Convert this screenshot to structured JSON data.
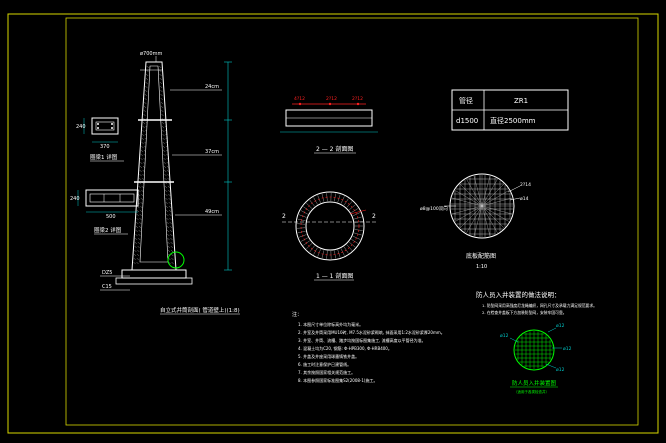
{
  "drawing": {
    "colors": {
      "background": "#000000",
      "frame": "#d8d800",
      "line": "#ffffff",
      "dim": "#00c8c8",
      "red": "#ff2020",
      "green": "#00ff00",
      "yellow": "#ffff00",
      "hatch": "#bbbbbb"
    },
    "elevation": {
      "top_label": "ø700mm",
      "wall_labels": [
        "24cm",
        "37cm",
        "49cm"
      ],
      "bottom_label_1": "DZ5",
      "bottom_label_2": "C15",
      "caption": "自立式井筒剖面( 管道壁上)(1:8)"
    },
    "detail1": {
      "dim_h": "370",
      "dim_v": "240",
      "caption": "圈梁1 详图"
    },
    "detail2": {
      "dim_h": "500",
      "dim_v": "240",
      "caption": "圈梁2 详图"
    },
    "section22": {
      "labels": [
        "4?12",
        "2?12",
        "2?12"
      ],
      "caption": "2 — 2 剖面图"
    },
    "section11": {
      "marker_left": "2",
      "marker_right": "2",
      "caption": "1 — 1 剖面图"
    },
    "table": {
      "header": [
        "管径",
        "ZR1"
      ],
      "row": [
        "d1500",
        "直径2500mm"
      ]
    },
    "bottom_plan": {
      "label_left": "ø8@100双向",
      "labels_right": [
        "2?14",
        "ø14"
      ],
      "caption": "底板配筋图",
      "scale": "1:10"
    },
    "notes": {
      "title": "注：",
      "items": [
        "1. 本图尺寸单位除标高外均为毫米。",
        "2. 井室及井筒采用MU10砖, M7.5水泥砂浆砌筑, 抹面采用1:2水泥砂浆厚20mm。",
        "3. 井室、井筒、流槽、踏步均按国标图集施工, 流槽高度以平管径为准。",
        "4. 混凝土均为C20, 钢筋: Φ-HPB300, Φ-HRB400。",
        "5. 井盖及井座采用球墨铸铁井盖。",
        "6. 施工时注意保护已建管线。",
        "7. 其余按照国家相关规范施工。",
        "8. 本图参照国家标准图集S2(2008-1)施工。"
      ]
    },
    "fall_guard": {
      "title": "防人员入井装置的做法说明：",
      "items": [
        "1. 防坠网采用高强度尼龙绳编织，网孔尺寸及承载力满足规范要求。",
        "2. 在检查井盖板下方加装防坠网，安装牢固可靠。"
      ],
      "callouts": [
        "ø12",
        "ø12",
        "ø12",
        "ø12"
      ],
      "caption": "防人员入井装置图",
      "sub_caption": "（适用于各类检查井）"
    }
  }
}
